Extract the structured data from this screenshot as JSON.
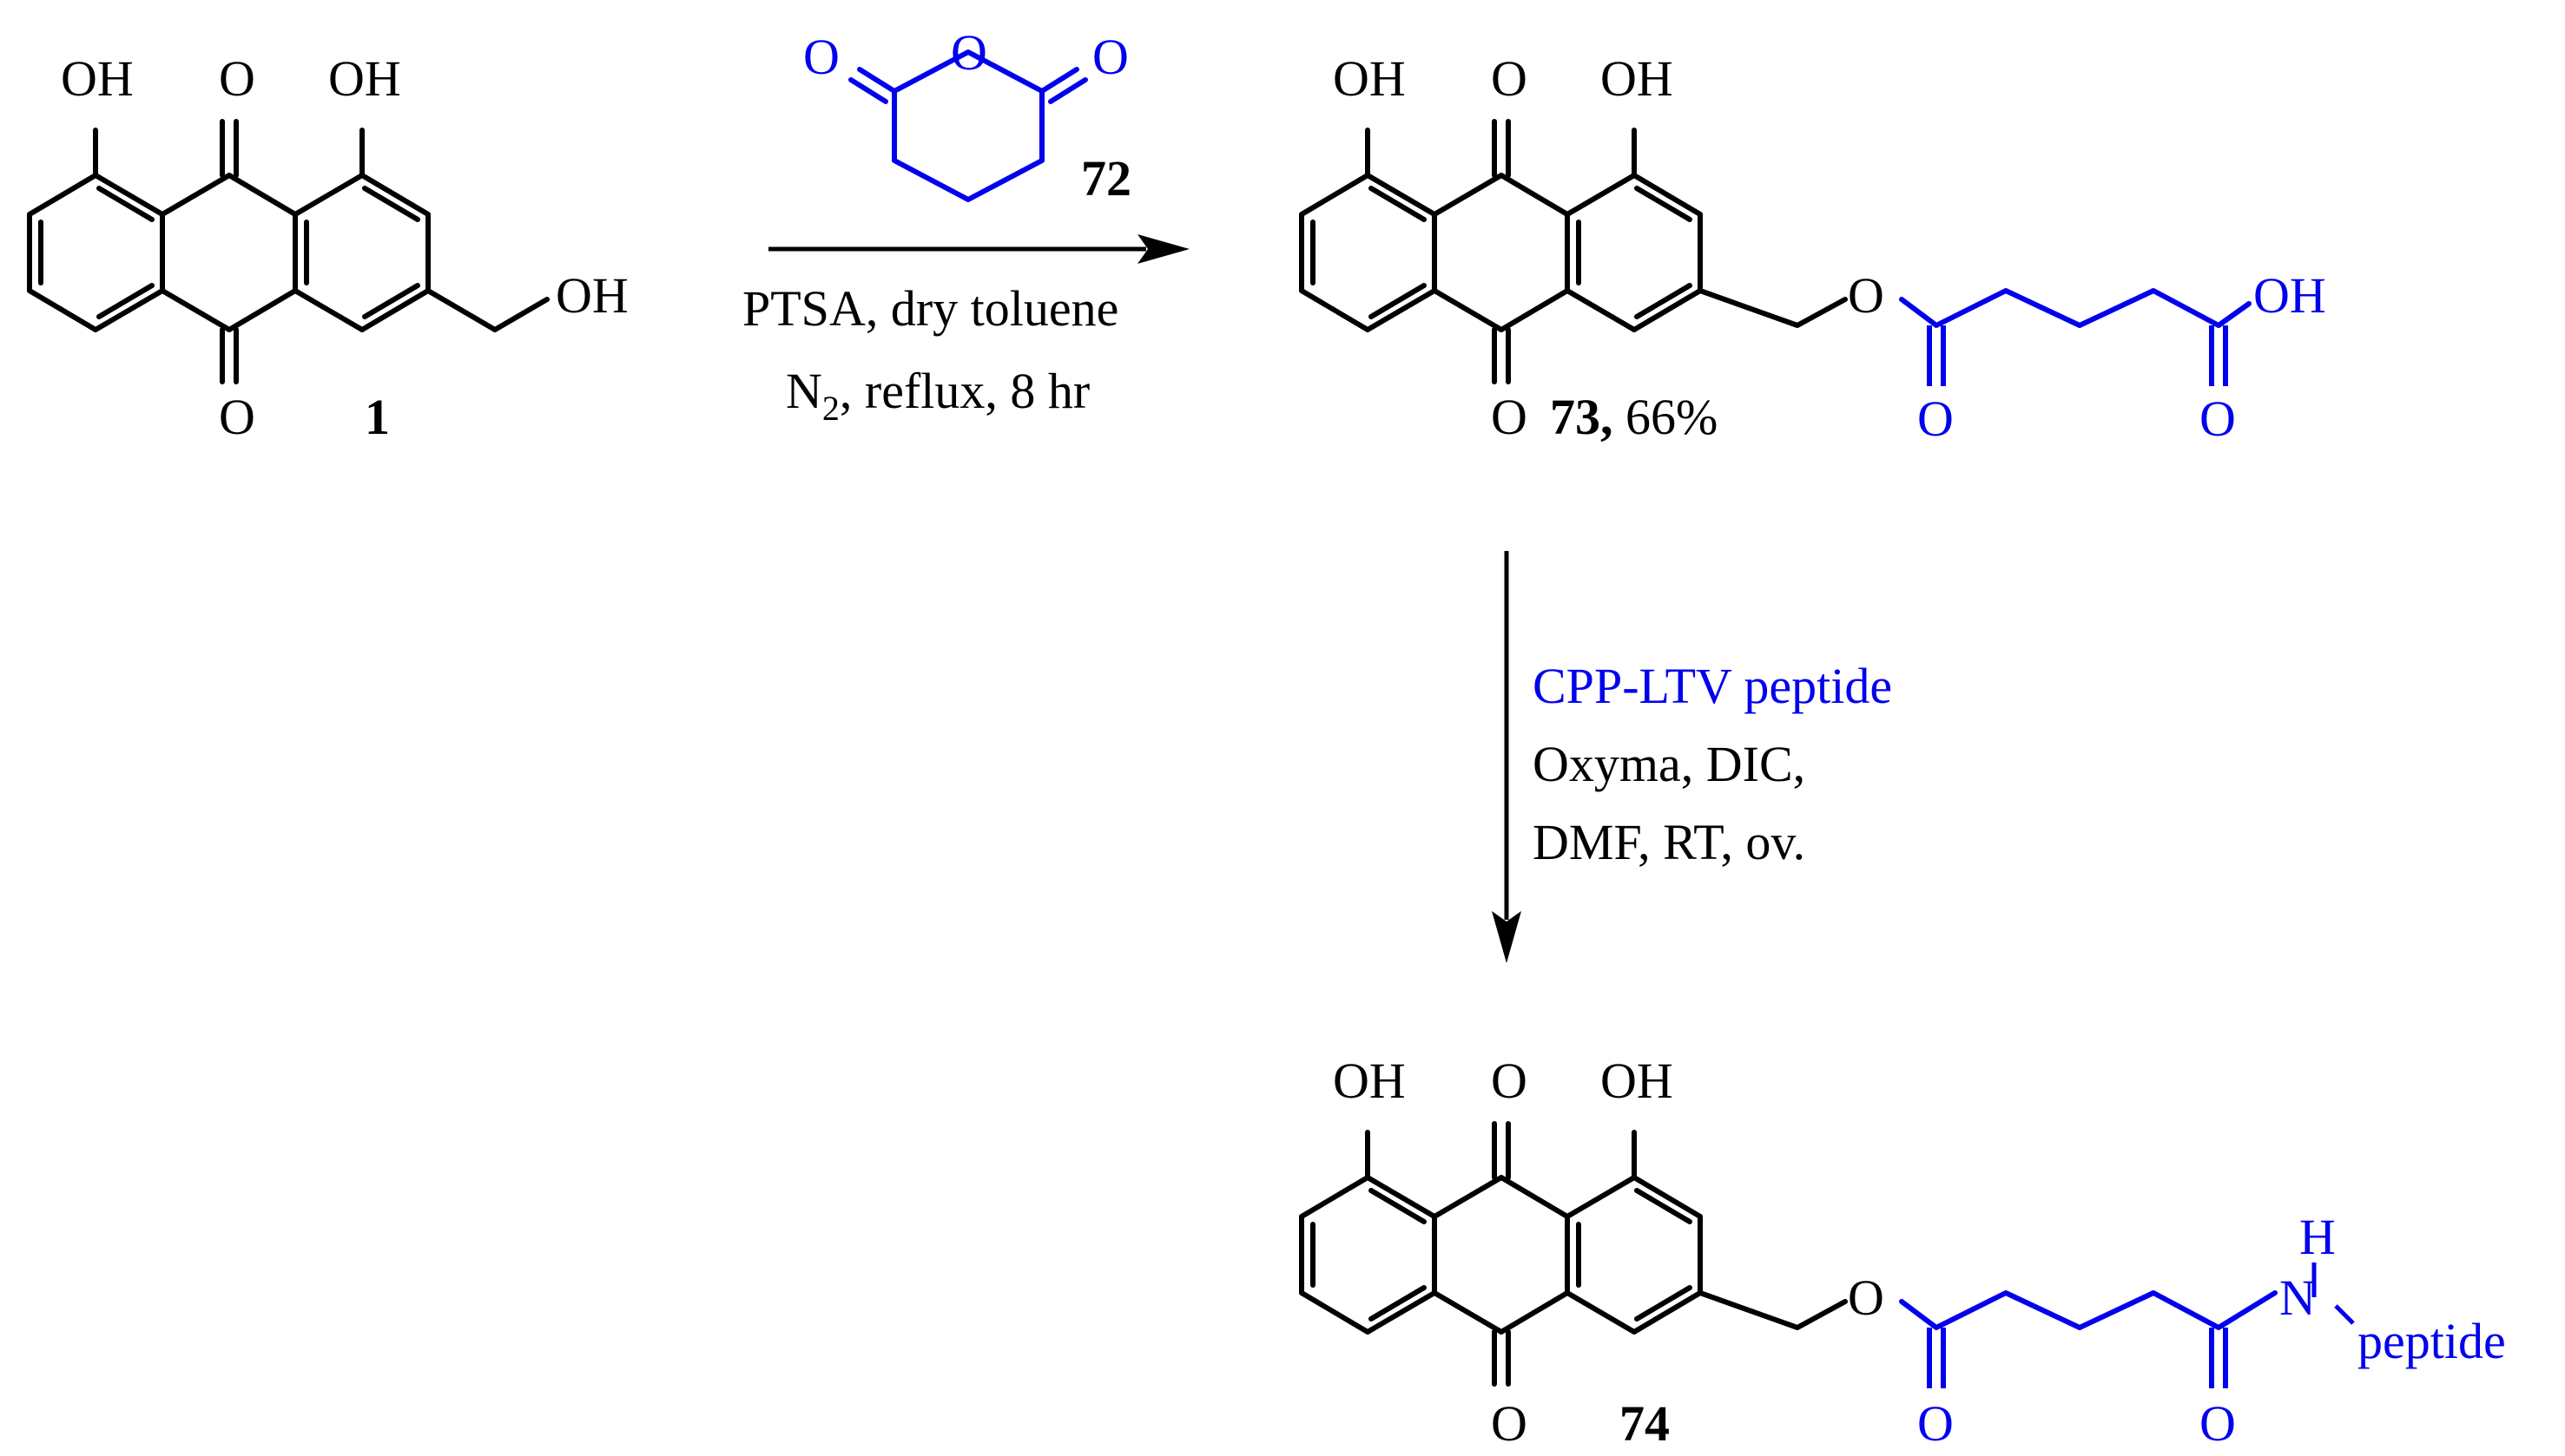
{
  "colors": {
    "black": "#000000",
    "blue": "#0000ee",
    "background": "#ffffff"
  },
  "compounds": {
    "c1": {
      "label": "1",
      "oh1": "OH",
      "oh2": "OH",
      "o_top": "O",
      "o_bottom": "O",
      "ch2oh": "OH"
    },
    "c72": {
      "label": "72",
      "o_left": "O",
      "o_ring": "O",
      "o_right": "O"
    },
    "c73": {
      "label": "73,",
      "yield": "66%",
      "oh1": "OH",
      "oh2": "OH",
      "o_top": "O",
      "o_bottom": "O",
      "o_ester": "O",
      "o_carbonyl1": "O",
      "o_carbonyl2": "O",
      "acid_oh": "OH"
    },
    "c74": {
      "label": "74",
      "oh1": "OH",
      "oh2": "OH",
      "o_top": "O",
      "o_bottom": "O",
      "o_ester": "O",
      "o_carbonyl1": "O",
      "o_carbonyl2": "O",
      "nh_h": "H",
      "nh_n": "N",
      "peptide": "peptide"
    }
  },
  "step1": {
    "line1": "PTSA, dry toluene",
    "line2_n": "N",
    "line2_sub": "2",
    "line2_rest": ", reflux, 8 hr"
  },
  "step2": {
    "reagent": "CPP-LTV peptide",
    "line2": "Oxyma, DIC,",
    "line3": "DMF, RT, ov."
  }
}
